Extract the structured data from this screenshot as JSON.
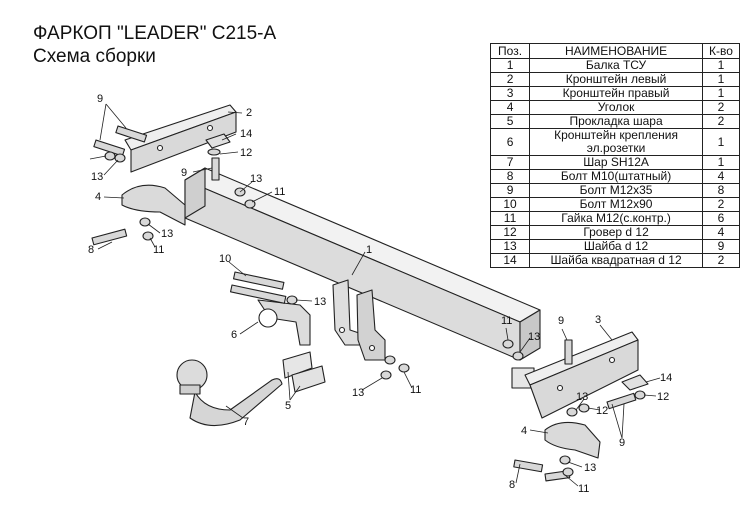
{
  "header": {
    "title": "ФАРКОП \"LEADER\" C215-A",
    "subtitle": "Схема сборки"
  },
  "parts_table": {
    "columns": [
      "Поз.",
      "НАИМЕНОВАНИЕ",
      "К-во"
    ],
    "rows": [
      {
        "pos": "1",
        "name": "Балка ТСУ",
        "qty": "1"
      },
      {
        "pos": "2",
        "name": "Кронштейн левый",
        "qty": "1"
      },
      {
        "pos": "3",
        "name": "Кронштейн правый",
        "qty": "1"
      },
      {
        "pos": "4",
        "name": "Уголок",
        "qty": "2"
      },
      {
        "pos": "5",
        "name": "Прокладка шара",
        "qty": "2"
      },
      {
        "pos": "6",
        "name": "Кронштейн крепления\nэл.розетки",
        "qty": "1"
      },
      {
        "pos": "7",
        "name": "Шар SH12A",
        "qty": "1"
      },
      {
        "pos": "8",
        "name": "Болт М10(штатный)",
        "qty": "4"
      },
      {
        "pos": "9",
        "name": "Болт М12х35",
        "qty": "8"
      },
      {
        "pos": "10",
        "name": "Болт М12х90",
        "qty": "2"
      },
      {
        "pos": "11",
        "name": "Гайка М12(с.контр.)",
        "qty": "6"
      },
      {
        "pos": "12",
        "name": "Гровер d 12",
        "qty": "4"
      },
      {
        "pos": "13",
        "name": "Шайба d 12",
        "qty": "9"
      },
      {
        "pos": "14",
        "name": "Шайба квадратная d 12",
        "qty": "2"
      }
    ]
  },
  "callouts": [
    "9",
    "2",
    "14",
    "12",
    "13",
    "9",
    "13",
    "11",
    "4",
    "13",
    "8",
    "11",
    "1",
    "10",
    "13",
    "6",
    "5",
    "7",
    "13",
    "11",
    "11",
    "13",
    "9",
    "3",
    "14",
    "12",
    "13",
    "12",
    "9",
    "4",
    "13",
    "8",
    "11"
  ]
}
